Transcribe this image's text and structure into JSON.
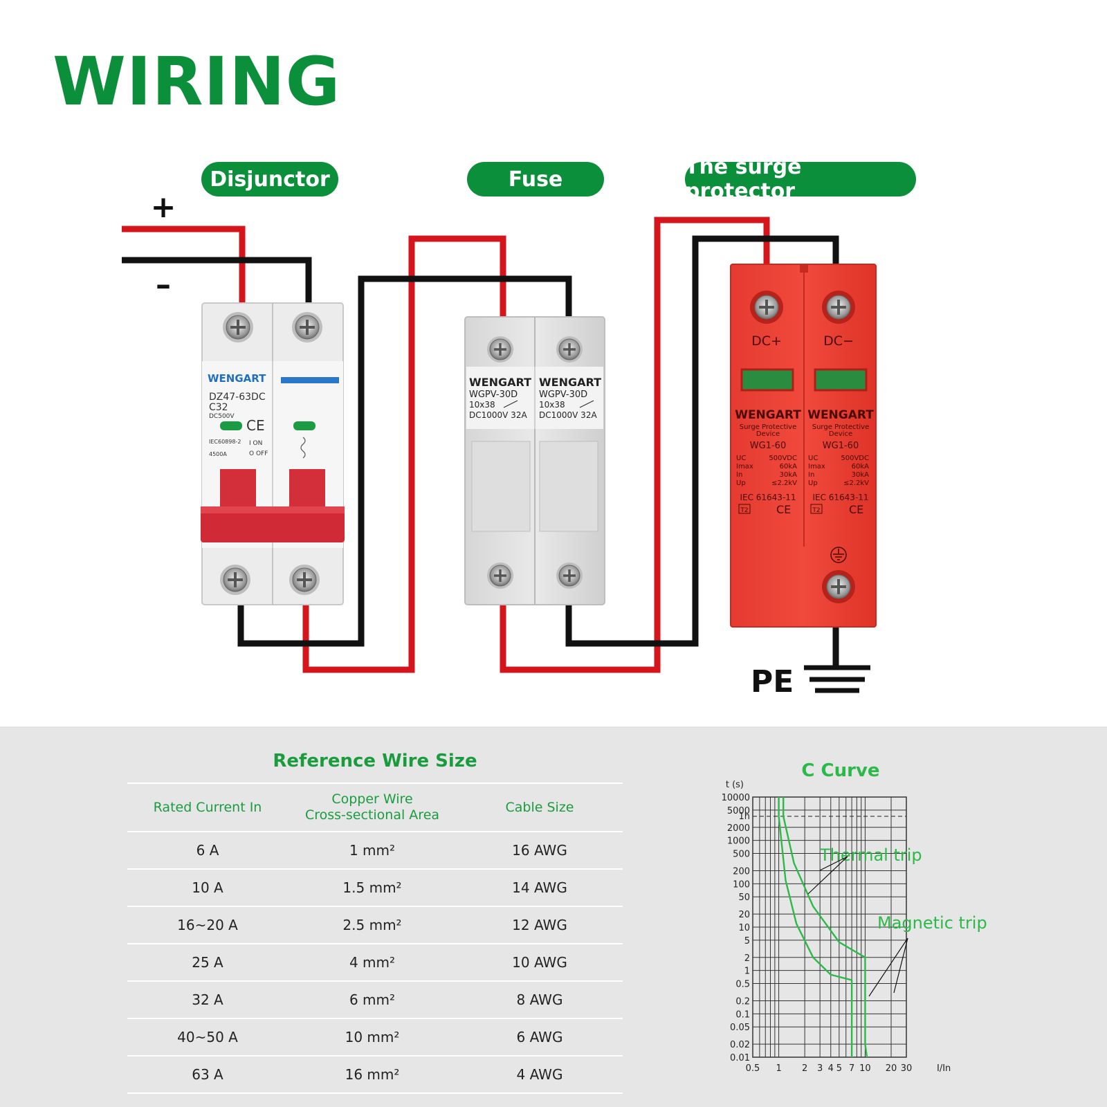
{
  "header": {
    "title": "WIRING"
  },
  "labels": {
    "disjunctor": "Disjunctor",
    "fuse": "Fuse",
    "surge": "The surge protector",
    "plus": "+",
    "minus": "–",
    "pe": "PE"
  },
  "breaker": {
    "brand": "WENGART",
    "model": "DZ47-63DC",
    "rating": "C32",
    "voltage": "DC500V",
    "standard": "IEC60898-2",
    "breaking": "4500A",
    "on_label": "I ON",
    "off_label": "O OFF"
  },
  "fuse_holder": {
    "brand": "WENGART",
    "model": "WGPV-30D",
    "size": "10x38",
    "rating": "DC1000V 32A"
  },
  "spd": {
    "dc_plus": "DC+",
    "dc_minus": "DC−",
    "brand": "WENGART",
    "desc1": "Surge Protective",
    "desc2": "Device",
    "model": "WG1-60",
    "specs": [
      {
        "key": "UC",
        "val": "500VDC"
      },
      {
        "key": "Imax",
        "val": "60kA"
      },
      {
        "key": "In",
        "val": "30kA"
      },
      {
        "key": "Up",
        "val": "≤2.2kV"
      }
    ],
    "standard": "IEC 61643-11",
    "class": "T2"
  },
  "table": {
    "title": "Reference Wire Size",
    "headers": [
      "Rated Current In",
      "Copper Wire",
      "Cross-sectional Area",
      "Cable Size"
    ],
    "rows": [
      [
        "6 A",
        "1 mm²",
        "16 AWG"
      ],
      [
        "10 A",
        "1.5 mm²",
        "14 AWG"
      ],
      [
        "16~20 A",
        "2.5 mm²",
        "12 AWG"
      ],
      [
        "25 A",
        "4 mm²",
        "10 AWG"
      ],
      [
        "32 A",
        "6 mm²",
        "8 AWG"
      ],
      [
        "40~50 A",
        "10 mm²",
        "6 AWG"
      ],
      [
        "63 A",
        "16 mm²",
        "4 AWG"
      ]
    ]
  },
  "chart_data": {
    "type": "line",
    "title": "C Curve",
    "xlabel": "I/In",
    "ylabel": "t (s)",
    "x_scale": "log",
    "y_scale": "log",
    "xlim": [
      0.5,
      30
    ],
    "ylim": [
      0.01,
      10000
    ],
    "x_ticks": [
      "0.5",
      "1",
      "2",
      "3",
      "4",
      "5",
      "7",
      "10",
      "20",
      "30"
    ],
    "y_ticks": [
      "10000",
      "5000",
      "2000",
      "1000",
      "500",
      "200",
      "100",
      "50",
      "20",
      "10",
      "5",
      "2",
      "1",
      "0.5",
      "0.2",
      "0.1",
      "0.05",
      "0.02",
      "0.01"
    ],
    "reference_line": {
      "label": "1h",
      "y": 3600
    },
    "annotations": [
      "Thermal trip",
      "Magnetic trip"
    ],
    "series": [
      {
        "color": "#2db84a",
        "x": [
          1.0,
          1.0,
          1.2,
          1.6,
          2.5,
          4.0,
          7.0,
          7.0
        ],
        "y": [
          10000,
          3600,
          120,
          12,
          2.0,
          0.8,
          0.6,
          0.01
        ]
      },
      {
        "color": "#2db84a",
        "x": [
          1.13,
          1.13,
          1.5,
          2.5,
          5.0,
          10.0,
          10.0,
          10.5
        ],
        "y": [
          10000,
          3600,
          300,
          30,
          4.5,
          2.0,
          0.02,
          0.01
        ]
      }
    ],
    "grid": true,
    "colors": {
      "curve": "#2db84a",
      "grid": "#333333",
      "label": "#2db84a"
    }
  }
}
